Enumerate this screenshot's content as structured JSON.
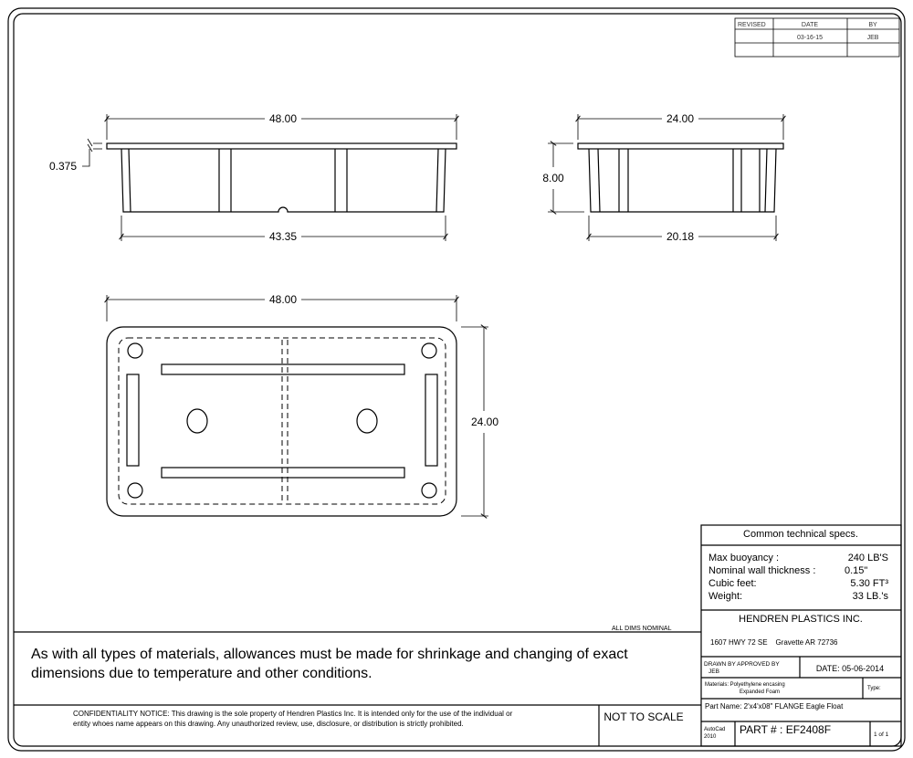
{
  "revision_table": {
    "headers": [
      "REVISED",
      "DATE",
      "BY"
    ],
    "rows": [
      [
        "",
        "03-16-15",
        "JEB"
      ],
      [
        "",
        "",
        ""
      ]
    ]
  },
  "side_view": {
    "overall_length": "48.00",
    "bottom_length": "43.35",
    "flange_thickness": "0.375"
  },
  "end_view": {
    "overall_width": "24.00",
    "bottom_width": "20.18",
    "height": "8.00"
  },
  "top_view": {
    "length": "48.00",
    "width": "24.00"
  },
  "all_dims_note": "ALL DIMS NOMINAL",
  "warning": {
    "line1": "As with all types of materials, allowances must be made for shrinkage and changing of exact",
    "line2": "dimensions due to temperature and other conditions."
  },
  "confidentiality": {
    "line1": "CONFIDENTIALITY NOTICE: This drawing is the sole property of Hendren Plastics Inc. It is intended only for the use of the individual or",
    "line2": "entity whoes name appears on this drawing. Any unauthorized review, use, disclosure, or distribution is strictly prohibited."
  },
  "scale_note": "NOT TO SCALE",
  "title_block": {
    "specs_title": "Common technical specs.",
    "specs": [
      {
        "label": "Max buoyancy :",
        "value": "240 LB'S"
      },
      {
        "label": "Nominal wall thickness :",
        "value": "0.15\""
      },
      {
        "label": "Cubic feet:",
        "value": "5.30 FT³"
      },
      {
        "label": "Weight:",
        "value": "33 LB.'s"
      }
    ],
    "company": "HENDREN PLASTICS INC.",
    "address": "1607 HWY 72 SE    Gravette AR 72736",
    "drawn_by_label": "DRAWN BY  APPROVED BY",
    "drawn_by": "JEB",
    "date": "DATE:  05-06-2014",
    "materials_line1": "Materials:  Polyethylene encasing",
    "materials_line2": "Expanded Foam",
    "type_label": "Type:",
    "part_name": "Part Name:  2'x4'x08\"  FLANGE Eagle Float",
    "software_line1": "AutoCad",
    "software_line2": "2010",
    "part_number": "PART # : EF2408F",
    "sheet": "1 of 1"
  }
}
